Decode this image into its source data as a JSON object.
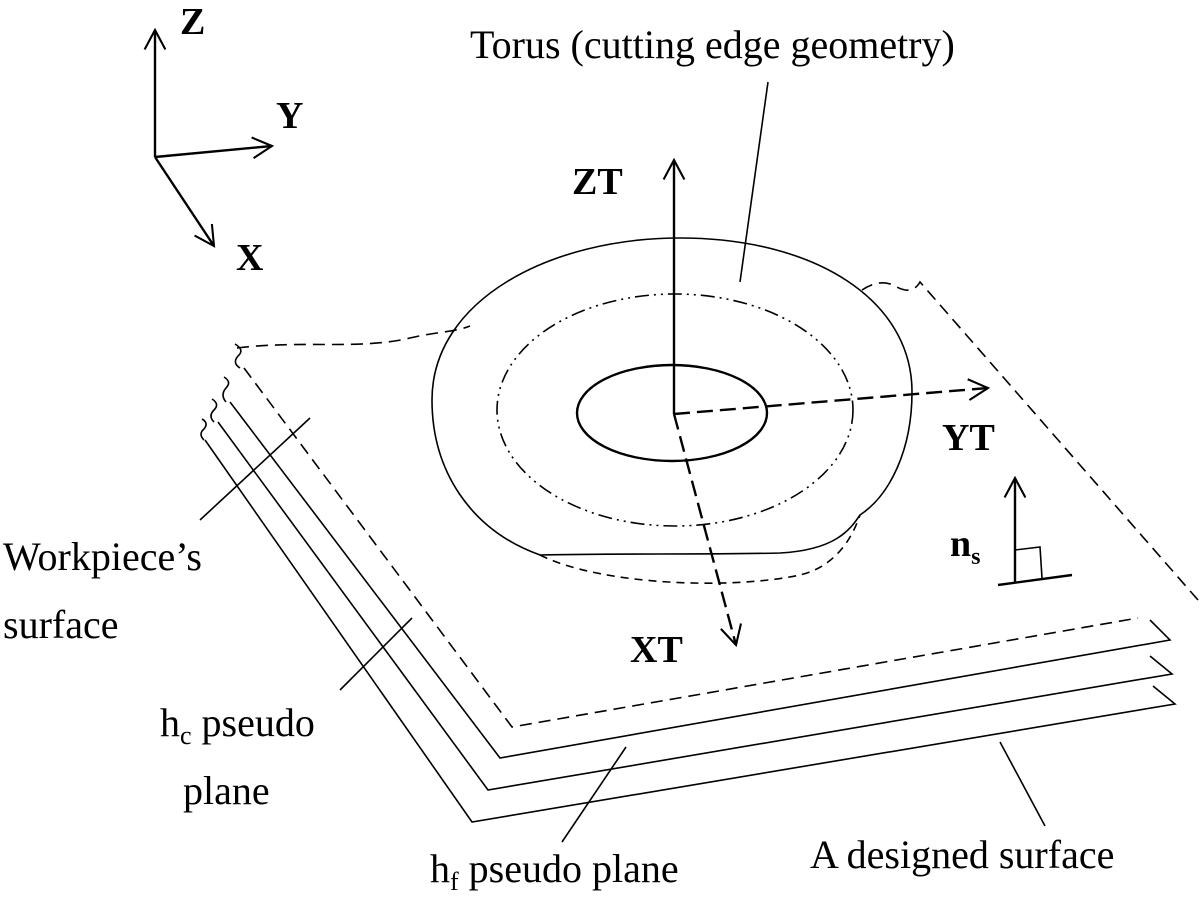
{
  "axes": {
    "z": "Z",
    "y": "Y",
    "x": "X"
  },
  "tool_axes": {
    "zt": "ZT",
    "yt": "YT",
    "xt": "XT"
  },
  "labels": {
    "torus": "Torus (cutting edge geometry)",
    "workpiece_line1": "Workpiece’s",
    "workpiece_line2": "surface",
    "hc_base": "h",
    "hc_sub": "c",
    "hc_rest": " pseudo",
    "hc_line2": "plane",
    "hf_base": "h",
    "hf_sub": "f",
    "hf_rest": " pseudo plane",
    "designed": "A designed surface",
    "normal_base": "n",
    "normal_sub": "s"
  },
  "colors": {
    "stroke": "#000000",
    "background": "#ffffff"
  }
}
